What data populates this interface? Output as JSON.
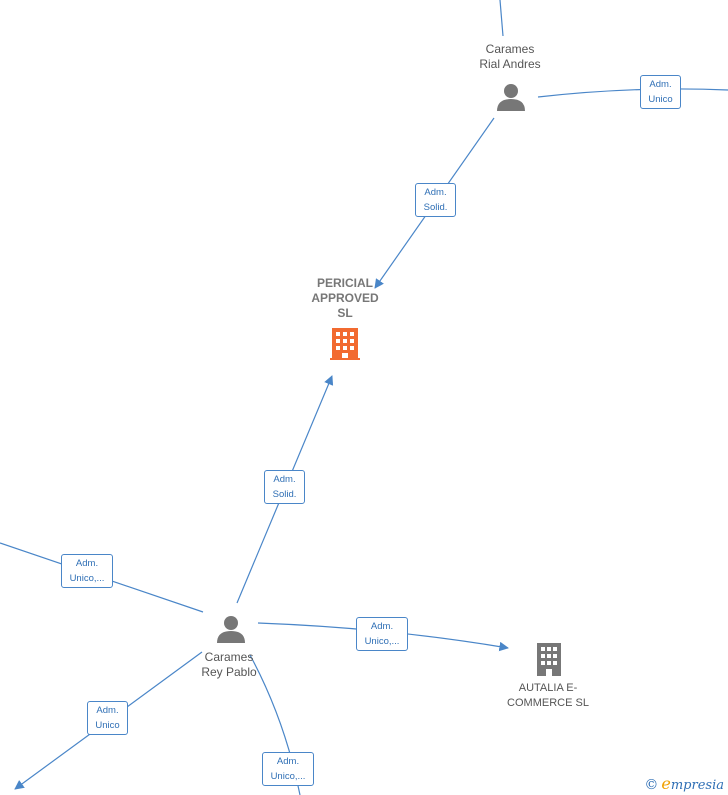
{
  "nodes": {
    "caramesrial": {
      "name": "Carames\nRial Andres"
    },
    "pericial": {
      "name": "PERICIAL\nAPPROVED\nSL"
    },
    "caramesrey": {
      "name": "Carames\nRey Pablo"
    },
    "autalia": {
      "name": "AUTALIA E-\nCOMMERCE SL"
    }
  },
  "edges": {
    "rial_top_right": {
      "label": "Adm.\nUnico"
    },
    "rial_pericial": {
      "label": "Adm.\nSolid."
    },
    "rey_pericial": {
      "label": "Adm.\nSolid."
    },
    "rey_left": {
      "label": "Adm.\nUnico,..."
    },
    "rey_autalia": {
      "label": "Adm.\nUnico,..."
    },
    "rey_bottom_left": {
      "label": "Adm.\nUnico"
    },
    "rey_bottom": {
      "label": "Adm.\nUnico,..."
    }
  },
  "colors": {
    "edge": "#4a86c8",
    "person_icon": "#777777",
    "company_highlight": "#f26a30",
    "company_icon": "#777777"
  },
  "icons": {
    "person": "person-icon",
    "company": "building-icon"
  },
  "brand": {
    "copyright": "©",
    "initial": "e",
    "rest": "mpresia"
  }
}
